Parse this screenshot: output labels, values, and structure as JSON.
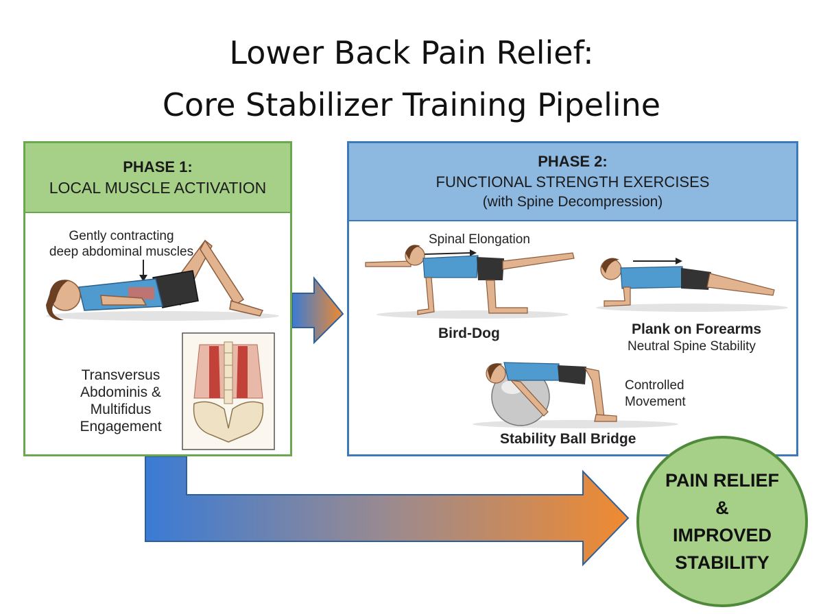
{
  "title": {
    "line1": "Lower Back Pain Relief:",
    "line2": "Core Stabilizer Training Pipeline"
  },
  "phase1": {
    "heading": "PHASE 1:",
    "subheading": "LOCAL MUSCLE ACTIVATION",
    "caption_line1": "Gently contracting",
    "caption_line2": "deep abdominal muscles",
    "engagement_line1": "Transversus",
    "engagement_line2": "Abdominis &",
    "engagement_line3": "Multifidus",
    "engagement_line4": "Engagement"
  },
  "phase2": {
    "heading": "PHASE 2:",
    "subheading": "FUNCTIONAL STRENGTH EXERCISES",
    "subheading2": "(with Spine Decompression)",
    "spinal_elongation": "Spinal Elongation",
    "bird_dog": "Bird-Dog",
    "plank_title": "Plank on Forearms",
    "plank_sub": "Neutral Spine Stability",
    "controlled_line1": "Controlled",
    "controlled_line2": "Movement",
    "ball_bridge": "Stability Ball Bridge"
  },
  "outcome": {
    "line1": "PAIN RELIEF",
    "line2": "&",
    "line3": "IMPROVED",
    "line4": "STABILITY"
  },
  "colors": {
    "phase1_accent": "#6aa84f",
    "phase2_accent": "#3d79b8",
    "arrow_start": "#3a7bd5",
    "arrow_end": "#f08a30"
  }
}
